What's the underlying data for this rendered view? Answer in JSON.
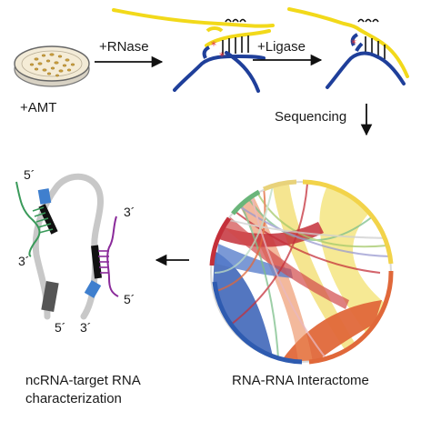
{
  "steps": {
    "amt": "+AMT",
    "rnase": "+RNase",
    "ligase": "+Ligase",
    "sequencing": "Sequencing"
  },
  "captions": {
    "interactome": "RNA-RNA Interactome",
    "characterization_line1": "ncRNA-target RNA",
    "characterization_line2": "characterization"
  },
  "strand_ends": {
    "p5": "5´",
    "p3": "3´"
  },
  "colors": {
    "target_strand": "#f2d91a",
    "nc_strand": "#1f3f9a",
    "crosslink": "#e0363a",
    "chord_yellow": "#f6e88e",
    "chord_blue": "#4a6fbd",
    "chord_orange": "#e0683a",
    "chord_red": "#c4303a",
    "chord_green": "#7cbf8a",
    "green_rna": "#3a9a5a",
    "purple_rna": "#8a2a9a",
    "scaffold": "#c8c8c8",
    "box_blue": "#3f7fce"
  },
  "icons": [
    "petri-dish-icon",
    "arrow-right-icon",
    "arrow-down-icon",
    "arrow-left-icon"
  ]
}
